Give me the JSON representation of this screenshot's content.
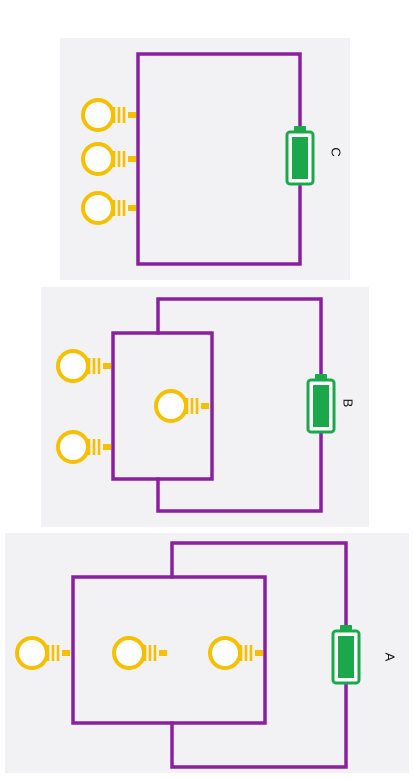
{
  "circuits": [
    {
      "label": "C",
      "bulb_count": 3,
      "battery_count": 1,
      "colors": {
        "wire": "#8a1fa0",
        "bulb": "#f5c000",
        "battery": "#1aa84a"
      }
    },
    {
      "label": "B",
      "bulb_count": 3,
      "battery_count": 1,
      "colors": {
        "wire": "#8a1fa0",
        "bulb": "#f5c000",
        "battery": "#1aa84a"
      }
    },
    {
      "label": "A",
      "bulb_count": 3,
      "battery_count": 1,
      "colors": {
        "wire": "#8a1fa0",
        "bulb": "#f5c000",
        "battery": "#1aa84a"
      }
    }
  ],
  "icons": {
    "bulb": "light-bulb-icon",
    "battery": "battery-icon"
  }
}
